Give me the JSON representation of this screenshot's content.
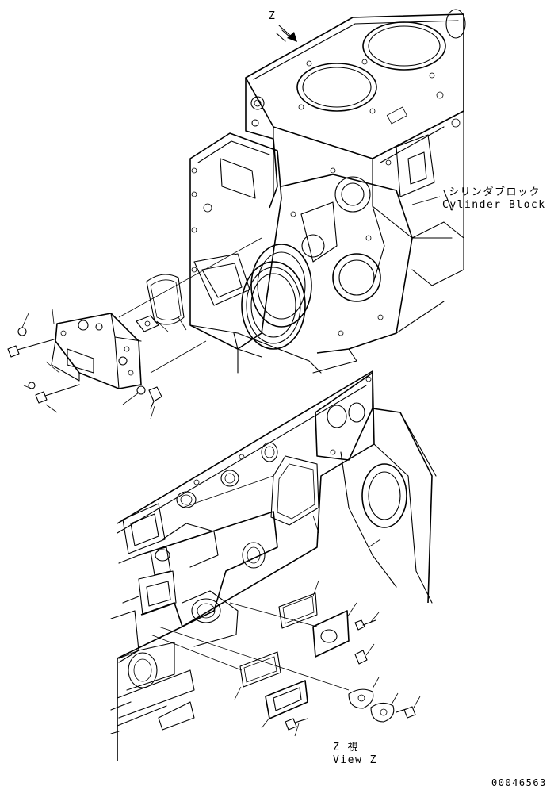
{
  "labels": {
    "view_letter": "Z",
    "cylinder_block_jp": "シリンダブロック",
    "cylinder_block_en": "Cylinder Block",
    "view_z_jp": "Z 視",
    "view_z_en": "View Z",
    "drawing_number": "00046563"
  }
}
